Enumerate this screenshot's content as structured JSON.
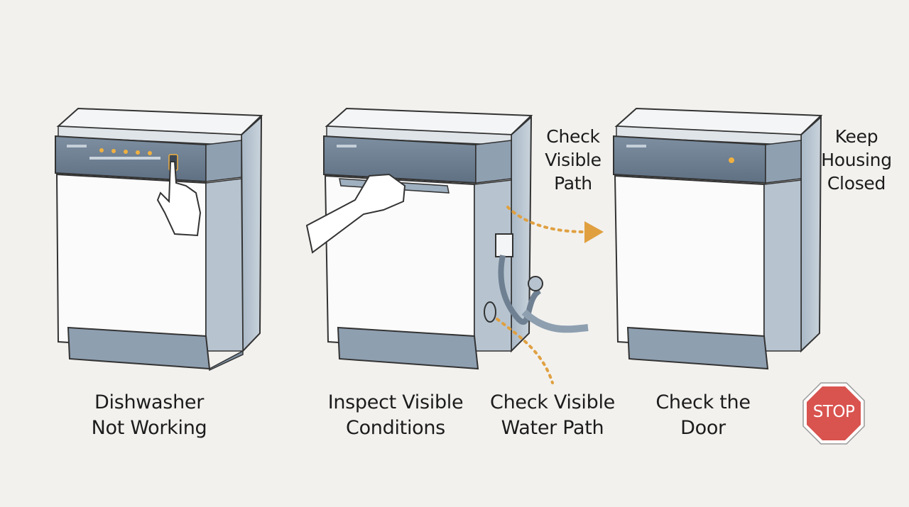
{
  "steps": [
    {
      "line1": "Dishwasher",
      "line2": "Not Working"
    },
    {
      "line1": "Inspect Visible",
      "line2": "Conditions"
    },
    {
      "line1": "Check Visible",
      "line2": "Water Path"
    },
    {
      "line1": "Check the",
      "line2": "Door"
    }
  ],
  "notes": [
    {
      "line1": "Check",
      "line2": "Visible",
      "line3": "Path"
    },
    {
      "line1": "Keep",
      "line2": "Housing",
      "line3": "Closed"
    }
  ],
  "stop_sign": {
    "text": "STOP",
    "color": "#d9534f"
  },
  "colors": {
    "background": "#f2f1ee",
    "appliance_gray": "#8e9fb0",
    "panel_dark": "#6f8092",
    "arrow_orange": "#e0a040",
    "indicator_light": "#f0b040"
  },
  "icons": [
    "finger-press-icon",
    "hand-pull-icon",
    "water-valve-icon",
    "arrow-right-icon",
    "stop-sign-icon"
  ]
}
